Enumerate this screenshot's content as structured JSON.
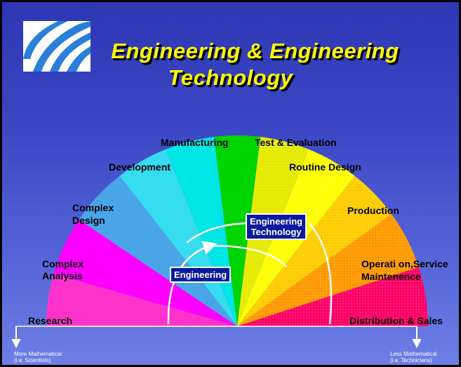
{
  "title": {
    "line1": "Engineering & Engineering",
    "line2": "Technology"
  },
  "spectrum": {
    "segments": [
      {
        "label_lines": [
          "Research"
        ],
        "color": "#ff33cc"
      },
      {
        "label_lines": [
          "Complex",
          "Analysis"
        ],
        "color": "#ff00ff"
      },
      {
        "label_lines": [
          "Complex",
          "Design"
        ],
        "color": "#4aa5e8"
      },
      {
        "label_lines": [
          "Development"
        ],
        "color": "#36dcf0"
      },
      {
        "label_lines": [
          "Manufacturing"
        ],
        "color": "#00e5e5"
      },
      {
        "label_lines": [
          "Manufacturing"
        ],
        "color": "#00d400"
      },
      {
        "label_lines": [
          "Test & Evaluation"
        ],
        "color": "#e6ea00"
      },
      {
        "label_lines": [
          "Routine Design"
        ],
        "color": "#ffff00"
      },
      {
        "label_lines": [
          "Production"
        ],
        "color": "#ffcc00"
      },
      {
        "label_lines": [
          "Operation,Service",
          "Maintenence"
        ],
        "color": "#ff9900"
      },
      {
        "label_lines": [
          "Distribution & Sales"
        ],
        "color": "#ff0066"
      }
    ],
    "labels": {
      "research": "Research",
      "complex_analysis_1": "Complex",
      "complex_analysis_2": "Analysis",
      "complex_design_1": "Complex",
      "complex_design_2": "Design",
      "development": "Development",
      "manufacturing": "Manufacturing",
      "test_evaluation": "Test & Evaluation",
      "routine_design": "Routine Design",
      "production": "Production",
      "operation_1": "Operati on,Service",
      "operation_2": "Maintenence",
      "distribution": "Distribution & Sales"
    }
  },
  "boxes": {
    "engineering": "Engineering",
    "eng_tech_1": "Engineering",
    "eng_tech_2": "Technology"
  },
  "footer": {
    "left_1": "More Mathematical",
    "left_2": "(i.e. Scientists)",
    "right_1": "Less Mathematical",
    "right_2": "(i.e. Technicians)"
  },
  "colors": {
    "title": "#ffff00",
    "box_bg": "#0a1a9e",
    "background_top": "#2d37b4",
    "background_bottom": "#6d7fe6"
  }
}
